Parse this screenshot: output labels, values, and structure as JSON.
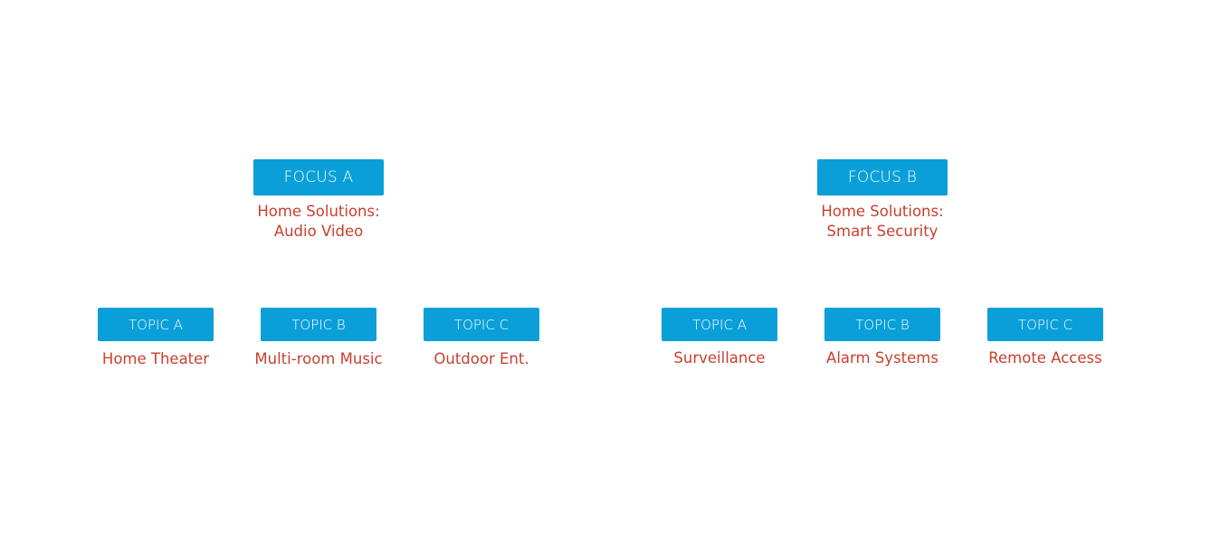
{
  "colors": {
    "box_fill": "#0a9fd8",
    "box_text": "#ffffff",
    "caption_text": "#c8412e",
    "background": "#ffffff"
  },
  "focus_a": {
    "label": "FOCUS A",
    "caption_line1": "Home Solutions:",
    "caption_line2": "Audio Video",
    "topics": [
      {
        "label": "TOPIC A",
        "caption": "Home Theater"
      },
      {
        "label": "TOPIC B",
        "caption": "Multi-room Music"
      },
      {
        "label": "TOPIC C",
        "caption": "Outdoor Ent."
      }
    ]
  },
  "focus_b": {
    "label": "FOCUS B",
    "caption_line1": "Home Solutions:",
    "caption_line2": "Smart Security",
    "topics": [
      {
        "label": "TOPIC A",
        "caption": "Surveillance"
      },
      {
        "label": "TOPIC B",
        "caption": "Alarm Systems"
      },
      {
        "label": "TOPIC C",
        "caption": "Remote Access"
      }
    ]
  }
}
